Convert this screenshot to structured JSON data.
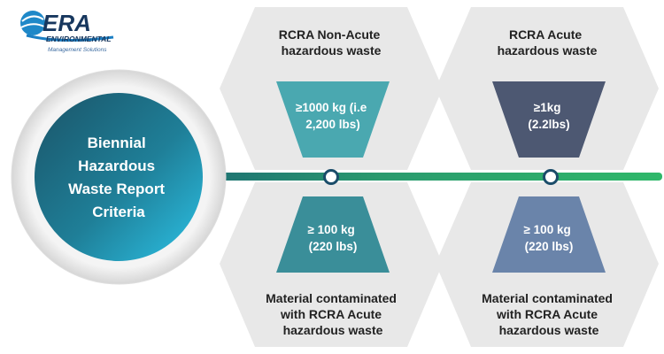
{
  "logo": {
    "name": "ERA",
    "line1": "ENVIRONMENTAL",
    "line2": "Management Solutions"
  },
  "center": {
    "lines": [
      "Biennial",
      "Hazardous",
      "Waste Report",
      "Criteria"
    ]
  },
  "columns": [
    {
      "top_lines": [
        "RCRA Non-Acute",
        "hazardous waste"
      ],
      "top_value_lines": [
        "≥1000 kg (i.e",
        "2,200 lbs)"
      ],
      "bottom_value_lines": [
        "≥ 100 kg",
        "(220 lbs)"
      ],
      "bottom_lines": [
        "Material contaminated",
        "with RCRA Acute",
        "hazardous waste"
      ]
    },
    {
      "top_lines": [
        "RCRA Acute",
        "hazardous waste"
      ],
      "top_value_lines": [
        "≥1kg",
        "(2.2lbs)"
      ],
      "bottom_value_lines": [
        "≥ 100 kg",
        "(220 lbs)"
      ],
      "bottom_lines": [
        "Material contaminated",
        "with RCRA Acute",
        "hazardous waste"
      ]
    }
  ],
  "colors": {
    "hex_bg": "#e8e8e8",
    "teal_top": "#4aa8b0",
    "teal_bottom": "#3a8e99",
    "slate_top": "#4d5872",
    "slate_bottom": "#6a84aa",
    "timeline": "#2d9e6e",
    "circle_dark": "#1c5e72",
    "circle_light": "#2ab7da"
  }
}
